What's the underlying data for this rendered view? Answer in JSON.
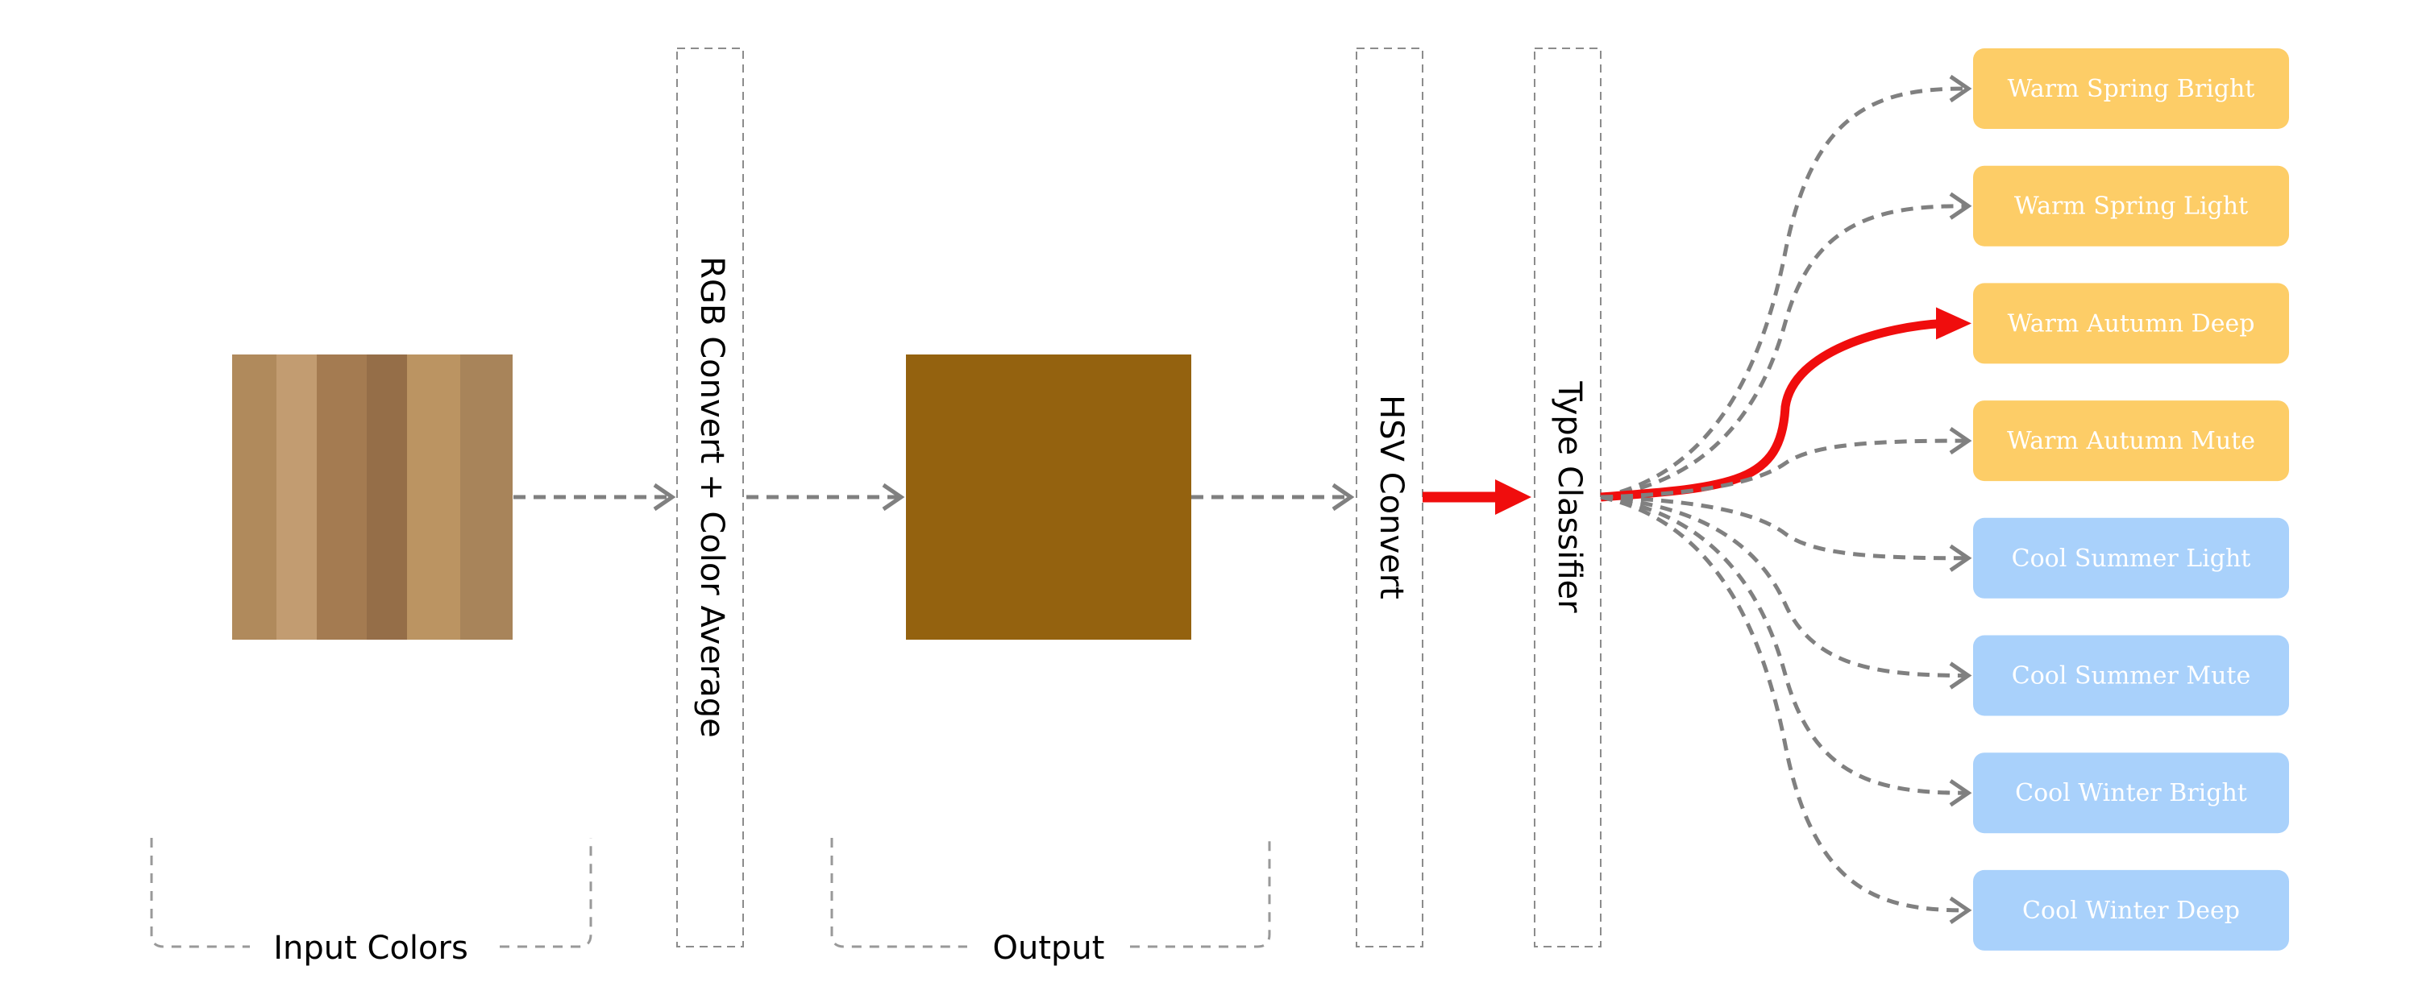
{
  "stages": {
    "input_colors": {
      "label": "Input Colors",
      "swatches": [
        "#b08a5c",
        "#c29c71",
        "#a47b51",
        "#956e48",
        "#bb9462",
        "#a8845a"
      ]
    },
    "rgb_convert": {
      "label": "RGB Convert + Color Average"
    },
    "output": {
      "label": "Output",
      "color": "#94620f"
    },
    "hsv_convert": {
      "label": "HSV Convert"
    },
    "type_classifier": {
      "label": "Type Classifier"
    }
  },
  "types": [
    {
      "label": "Warm Spring Bright",
      "group": "warm"
    },
    {
      "label": "Warm Spring Light",
      "group": "warm"
    },
    {
      "label": "Warm Autumn Deep",
      "group": "warm",
      "selected": true
    },
    {
      "label": "Warm Autumn Mute",
      "group": "warm"
    },
    {
      "label": "Cool Summer Light",
      "group": "cool"
    },
    {
      "label": "Cool Summer Mute",
      "group": "cool"
    },
    {
      "label": "Cool Winter Bright",
      "group": "cool"
    },
    {
      "label": "Cool Winter Deep",
      "group": "cool"
    }
  ],
  "colors": {
    "warm": "#fdcd67",
    "cool": "#a9d1fb",
    "selected_arrow": "#f00d0d",
    "dashed_arrow": "#808080",
    "box_border": "#8c8c8c",
    "bracket": "#999999"
  }
}
